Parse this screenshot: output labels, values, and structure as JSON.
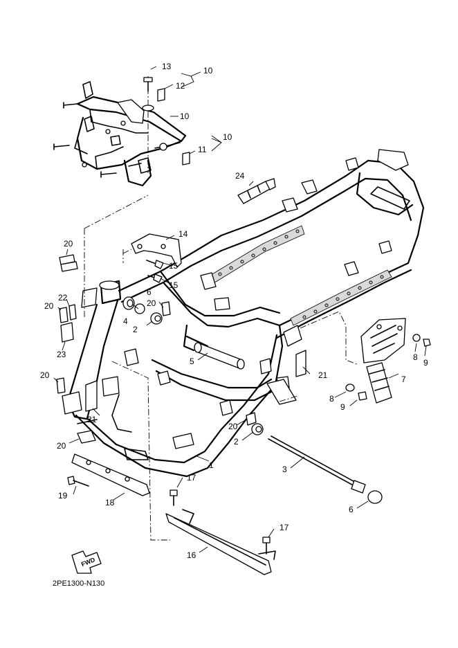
{
  "diagram_code": "2PE1300-N130",
  "fwd_label": "FWD",
  "callouts": {
    "c1": "1",
    "c2a": "2",
    "c2b": "2",
    "c3": "3",
    "c4": "4",
    "c5": "5",
    "c6a": "6",
    "c6b": "6",
    "c7": "7",
    "c8a": "8",
    "c8b": "8",
    "c9a": "9",
    "c9b": "9",
    "c10a": "10",
    "c10b": "10",
    "c10c": "10",
    "c11": "11",
    "c12": "12",
    "c13": "13",
    "c14": "14",
    "c15a": "15",
    "c15b": "15",
    "c16": "16",
    "c17a": "17",
    "c17b": "17",
    "c18": "18",
    "c19": "19",
    "c20a": "20",
    "c20b": "20",
    "c20c": "20",
    "c20d": "20",
    "c20e": "20",
    "c20f": "20",
    "c21a": "21",
    "c21b": "21",
    "c22": "22",
    "c23": "23",
    "c24": "24"
  }
}
